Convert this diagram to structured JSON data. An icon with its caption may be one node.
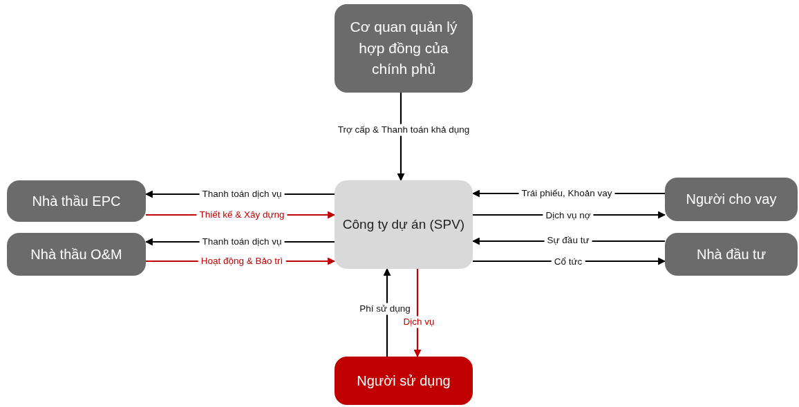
{
  "diagram": {
    "nodes": [
      {
        "text": [
          "Cơ quan quản lý hợp đồng của chính phủ"
        ]
      },
      {
        "text": [
          "Nhà thầu EPC"
        ]
      },
      {
        "text": [
          "Nhà thầu O&M"
        ]
      },
      {
        "text": [
          "Công ty dự án (SPV)"
        ]
      },
      {
        "text": [
          "Người cho vay"
        ]
      },
      {
        "text": [
          "Nhà đầu tư"
        ]
      },
      {
        "text": [
          "Người sử dụng"
        ]
      }
    ],
    "edges": [
      {
        "from": 0,
        "to": 3,
        "arrow": "to",
        "label": "Trợ cấp & Thanh toán khả dụng"
      },
      {
        "from": 3,
        "to": 1,
        "arrow": "to",
        "label": "Thanh toán dịch vụ"
      },
      {
        "from": 1,
        "to": 3,
        "arrow": "to",
        "label": "Thiết kế & Xây dựng",
        "color": "#c00000"
      },
      {
        "from": 3,
        "to": 2,
        "arrow": "to",
        "label": "Thanh toán dịch vụ"
      },
      {
        "from": 2,
        "to": 3,
        "arrow": "to",
        "label": "Hoạt động & Bảo trì",
        "color": "#c00000"
      },
      {
        "from": 4,
        "to": 3,
        "arrow": "to",
        "label": "Trái phiếu, Khoản vay"
      },
      {
        "from": 3,
        "to": 4,
        "arrow": "to",
        "label": "Dịch vụ nợ"
      },
      {
        "from": 5,
        "to": 3,
        "arrow": "to",
        "label": "Sự đầu tư"
      },
      {
        "from": 3,
        "to": 5,
        "arrow": "to",
        "label": "Cổ tức"
      },
      {
        "from": 6,
        "to": 3,
        "arrow": "to",
        "label": "Phí sử dụng"
      },
      {
        "from": 3,
        "to": 6,
        "arrow": "to",
        "label": "Dịch vụ",
        "color": "#c00000"
      }
    ]
  }
}
